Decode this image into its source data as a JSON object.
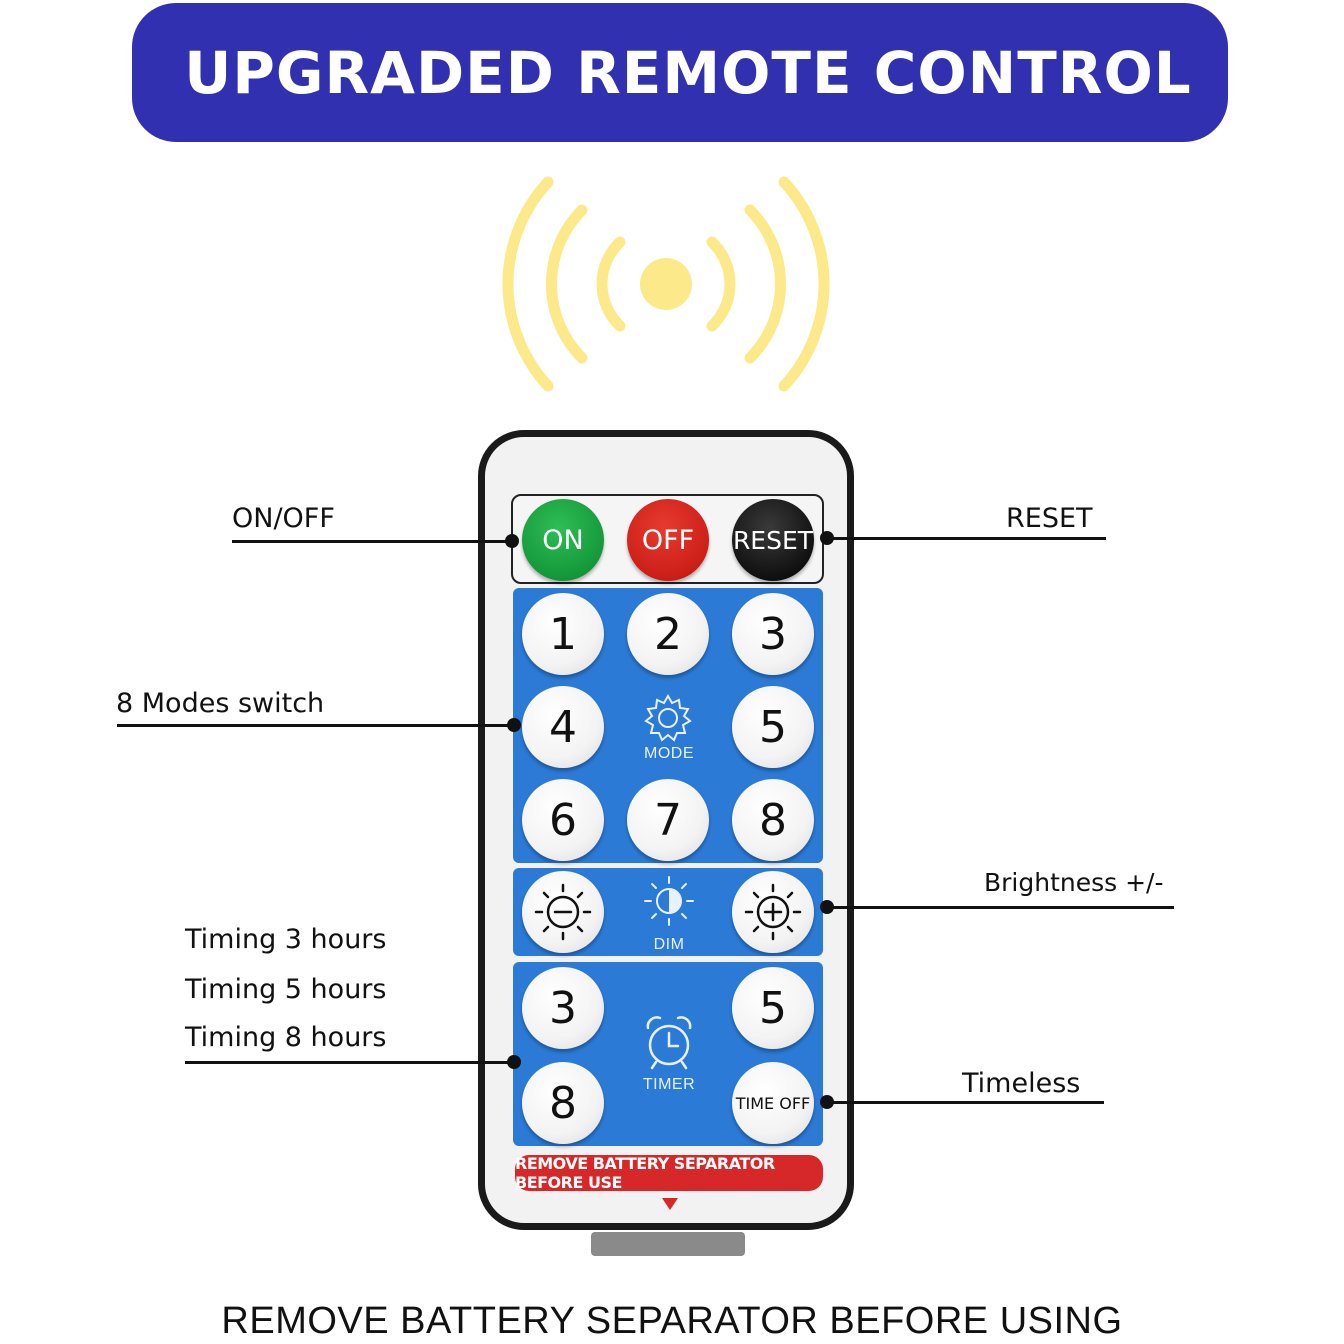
{
  "banner": {
    "title": "UPGRADED REMOTE CONTROL"
  },
  "remote": {
    "power_buttons": {
      "on": "ON",
      "off": "OFF",
      "reset": "RESET"
    },
    "mode_buttons": [
      "1",
      "2",
      "3",
      "4",
      "5",
      "6",
      "7",
      "8"
    ],
    "mode_label": "MODE",
    "dim_label": "DIM",
    "timer_buttons": {
      "t3": "3",
      "t5": "5",
      "t8": "8",
      "time_off": "TIME OFF"
    },
    "timer_label": "TIMER",
    "separator_note": "REMOVE BATTERY SEPARATOR BEFORE USE"
  },
  "callouts": {
    "on_off": "ON/OFF",
    "reset": "RESET",
    "modes": "8 Modes switch",
    "brightness": "Brightness +/-",
    "timing_3": "Timing 3 hours",
    "timing_5": "Timing 5 hours",
    "timing_8": "Timing 8 hours",
    "timeless": "Timeless"
  },
  "footer": {
    "note": "REMOVE BATTERY SEPARATOR BEFORE USING"
  },
  "colors": {
    "banner": "#3030b0",
    "panel_blue": "#2a7ad6",
    "signal_yellow": "#fbe98a",
    "on_green": "#14993a",
    "off_red": "#cc1f18",
    "reset_black": "#111111",
    "separator_red": "#d62828"
  }
}
